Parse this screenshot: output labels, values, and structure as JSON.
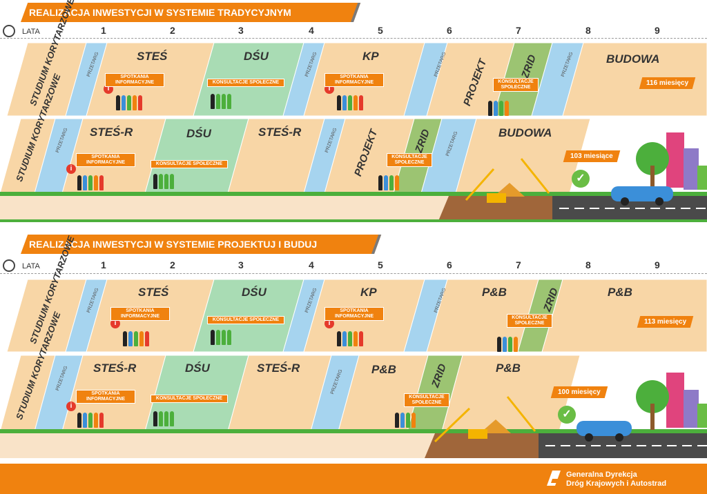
{
  "section1": {
    "title": "REALIZACJA INWESTYCJI W SYSTEMIE TRADYCYJNYM",
    "years_label": "LATA",
    "years": [
      "1",
      "2",
      "3",
      "4",
      "5",
      "6",
      "7",
      "8",
      "9"
    ],
    "row1": {
      "studium": "STUDIUM KORYTARZOWE",
      "przetarg": "PRZETARG",
      "stes": "STEŚ",
      "dsu": "DŚU",
      "kp": "KP",
      "projekt": "PROJEKT",
      "zrid": "ZRID",
      "budowa": "BUDOWA",
      "spotkania": "SPOTKANIA INFORMACYJNE",
      "konsultacje": "KONSULTACJE SPOŁECZNE",
      "months": "116 miesięcy"
    },
    "row2": {
      "studium": "STUDIUM KORYTARZOWE",
      "przetarg": "PRZETARG",
      "stesr": "STEŚ-R",
      "dsu": "DŚU",
      "stesr2": "STEŚ-R",
      "projekt": "PROJEKT",
      "zrid": "ZRID",
      "budowa": "BUDOWA",
      "spotkania": "SPOTKANIA INFORMACYJNE",
      "konsultacje": "KONSULTACJE SPOŁECZNE",
      "months": "103 miesiące"
    }
  },
  "section2": {
    "title": "REALIZACJA INWESTYCJI W SYSTEMIE PROJEKTUJ I BUDUJ",
    "years_label": "LATA",
    "years": [
      "1",
      "2",
      "3",
      "4",
      "5",
      "6",
      "7",
      "8",
      "9"
    ],
    "row1": {
      "studium": "STUDIUM KORYTARZOWE",
      "przetarg": "PRZETARG",
      "stes": "STEŚ",
      "dsu": "DŚU",
      "kp": "KP",
      "pb": "P&B",
      "zrid": "ZRID",
      "pb2": "P&B",
      "spotkania": "SPOTKANIA INFORMACYJNE",
      "konsultacje": "KONSULTACJE SPOŁECZNE",
      "months": "113 miesięcy"
    },
    "row2": {
      "studium": "STUDIUM KORYTARZOWE",
      "przetarg": "PRZETARG",
      "stesr": "STEŚ-R",
      "dsu": "DŚU",
      "stesr2": "STEŚ-R",
      "pb": "P&B",
      "zrid": "ZRID",
      "pb2": "P&B",
      "spotkania": "SPOTKANIA INFORMACYJNE",
      "konsultacje": "KONSULTACJE SPOŁECZNE",
      "months": "100 miesięcy"
    }
  },
  "footer": {
    "org_line1": "Generalna Dyrekcja",
    "org_line2": "Dróg Krajowych i Autostrad"
  },
  "colors": {
    "orange": "#f0820f",
    "peach": "#f8d6a6",
    "blue": "#a6d4ef",
    "green_light": "#a9dcb4",
    "green_zrid": "#9cc472",
    "grass": "#4caf3c",
    "road": "#4a4a4a"
  }
}
